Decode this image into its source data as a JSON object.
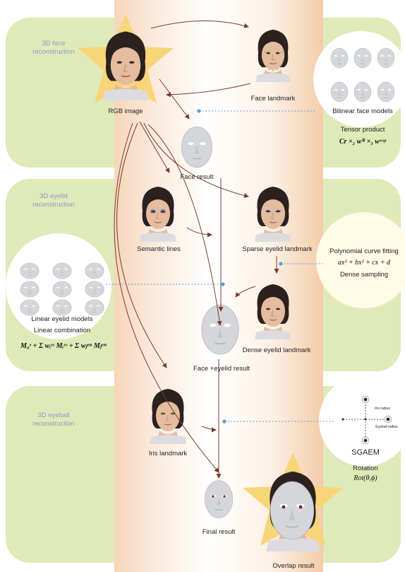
{
  "sections": {
    "face": "3D face reconstruction",
    "eyelid": "3D eyelid reconstruction",
    "eyeball": "3D eyeball reconstruction"
  },
  "labels": {
    "rgb_image": "RGB image",
    "face_landmark": "Face landmark",
    "bilinear_models": "Bilinear face models",
    "tensor_product": "Tensor product",
    "face_result": "Face result",
    "semantic_lines": "Semantic lines",
    "sparse_eyelid": "Sparse eyelid landmark",
    "poly_fit": "Polynomial curve fitting",
    "dense_sampling": "Dense sampling",
    "linear_eyelid": "Linear eyelid models",
    "linear_combination": "Linear combination",
    "dense_eyelid": "Dense eyelid landmark",
    "face_eyelid_result": "Face +eyelid result",
    "iris_landmark": "Iris landmark",
    "sgaem": "SGAEM",
    "rotation": "Rotation",
    "rotation_formula": "Rot(θ,ϕ)",
    "iris_radius": "Iris radius",
    "eyeball_radius": "Eyeball radius",
    "final_result": "Final result",
    "overlap_result": "Overlap result"
  },
  "formulas": {
    "tensor": "Cr ×₂ wⁱᵈ ×₃ wᵉˣᵖ",
    "poly": "ax³ + bx² + cx + d",
    "linear": "M₀ᵉ + Σ wᵢᵉˢ Mᵢᵉˢ + Σ wⱼᵉᵐ Mⱼᵉᵐ"
  },
  "colors": {
    "band": "#dfeab8",
    "section_title": "#8e9bc9",
    "arrow": "#7a3b2e",
    "dotted": "#5b9bd5",
    "star": "#f9d57a"
  }
}
